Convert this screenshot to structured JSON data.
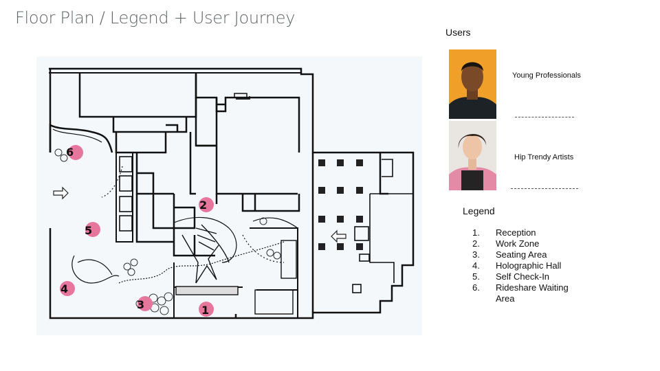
{
  "page": {
    "title": "Floor Plan / Legend + User Journey"
  },
  "users": {
    "heading": "Users",
    "items": [
      {
        "label": "Young Professionals"
      },
      {
        "label": "Hip Trendy Artists"
      }
    ]
  },
  "legend": {
    "heading": "Legend",
    "items": [
      {
        "num": "1.",
        "text": "Reception"
      },
      {
        "num": "2.",
        "text": "Work Zone"
      },
      {
        "num": "3.",
        "text": "Seating Area"
      },
      {
        "num": "4.",
        "text": "Holographic Hall"
      },
      {
        "num": "5.",
        "text": "Self Check-In"
      },
      {
        "num": "6.",
        "text": "Rideshare Waiting Area"
      }
    ]
  },
  "markers": [
    "1",
    "2",
    "3",
    "4",
    "5",
    "6"
  ],
  "colors": {
    "marker": "#e7769d",
    "wall": "#111111",
    "plan_background": "#f4f8fb",
    "title": "#5f6368"
  }
}
